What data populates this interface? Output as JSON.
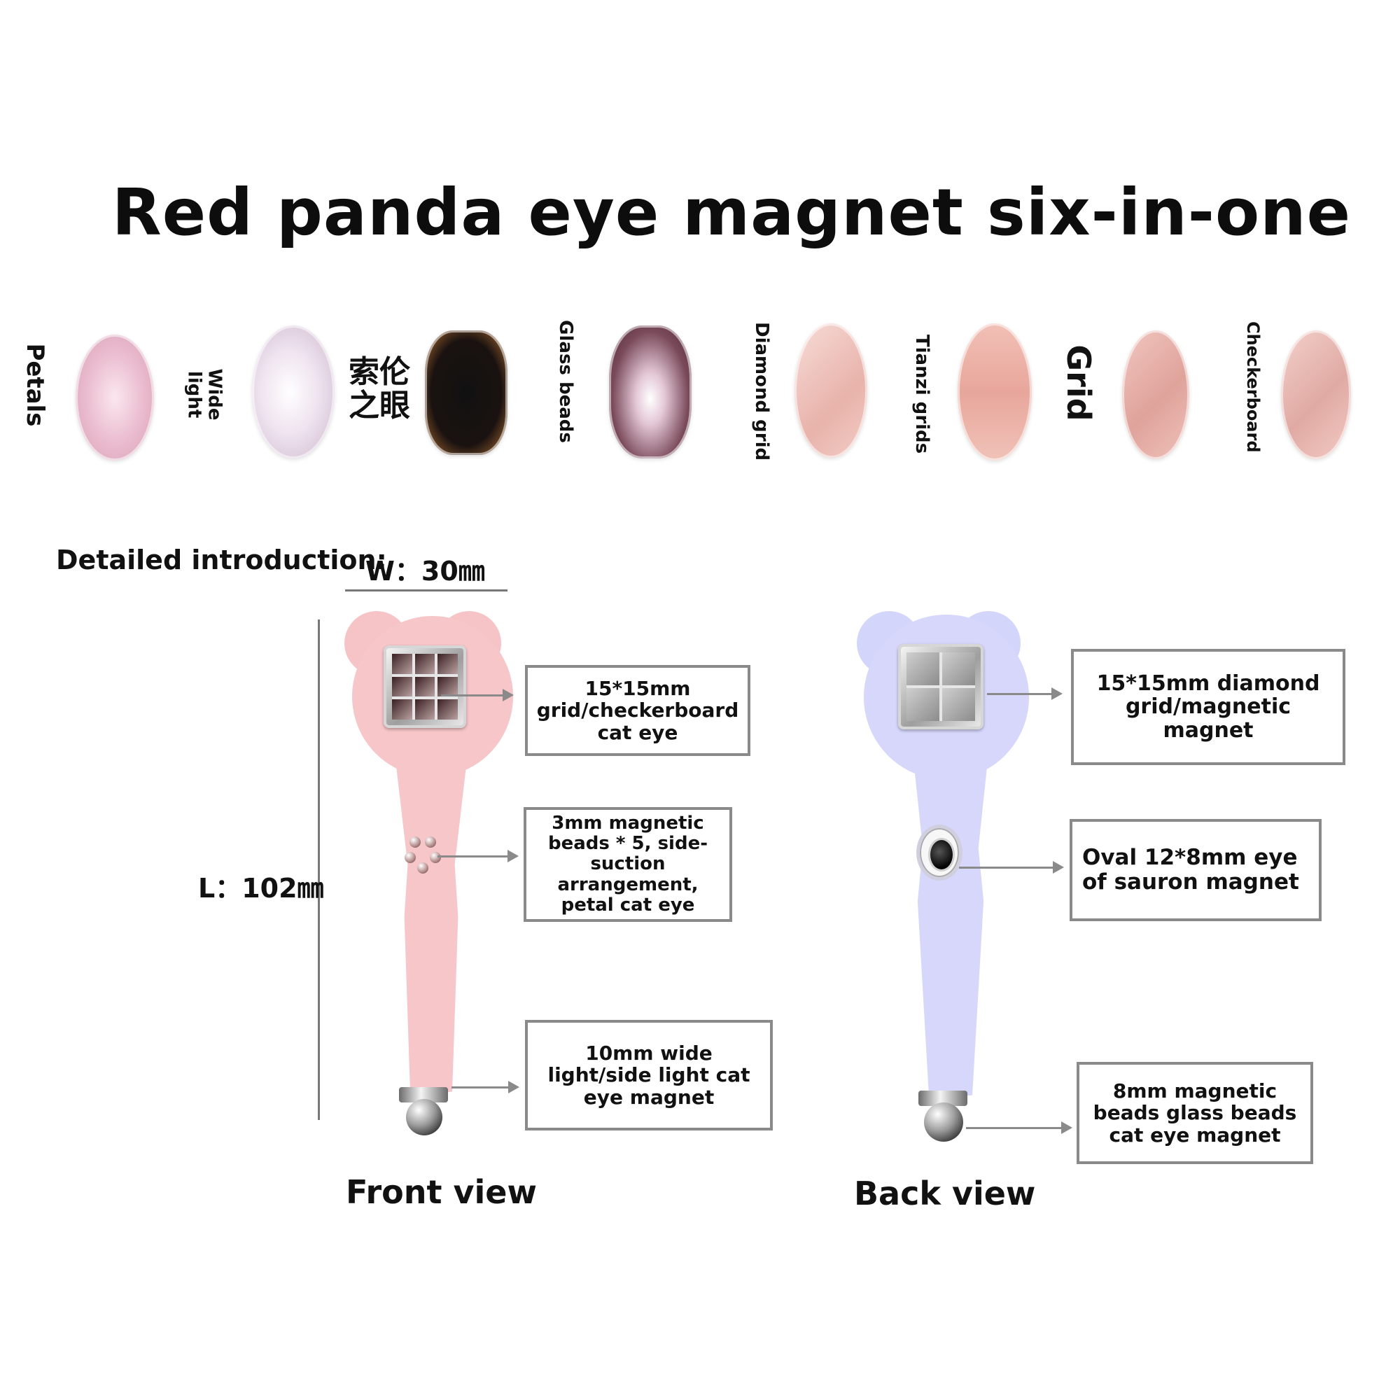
{
  "title": "Red panda eye magnet six-in-one",
  "nail_labels": {
    "petals": "Petals",
    "wide_light": "Wide light",
    "sauron": "索伦之眼",
    "glass_beads": "Glass beads",
    "diamond_grid": "Diamond grid",
    "tianzi_grids": "Tianzi grids",
    "grid": "Grid",
    "checkerboard": "Checkerboard"
  },
  "intro": {
    "label": "Detailed introduction:",
    "width": "W：30㎜",
    "length": "L：102㎜"
  },
  "front": {
    "view_label": "Front view",
    "callout_grid": "15*15mm grid/checkerboard cat eye",
    "callout_beads": "3mm magnetic beads * 5, side-suction arrangement, petal cat eye",
    "callout_tip": "10mm wide light/side light cat eye magnet",
    "color": "#f6c4c6"
  },
  "back": {
    "view_label": "Back view",
    "callout_grid": "15*15mm diamond grid/magnetic magnet",
    "callout_oval": "Oval 12*8mm eye of sauron magnet",
    "callout_tip": "8mm magnetic beads glass beads cat eye magnet",
    "color": "#d4d5fb"
  }
}
